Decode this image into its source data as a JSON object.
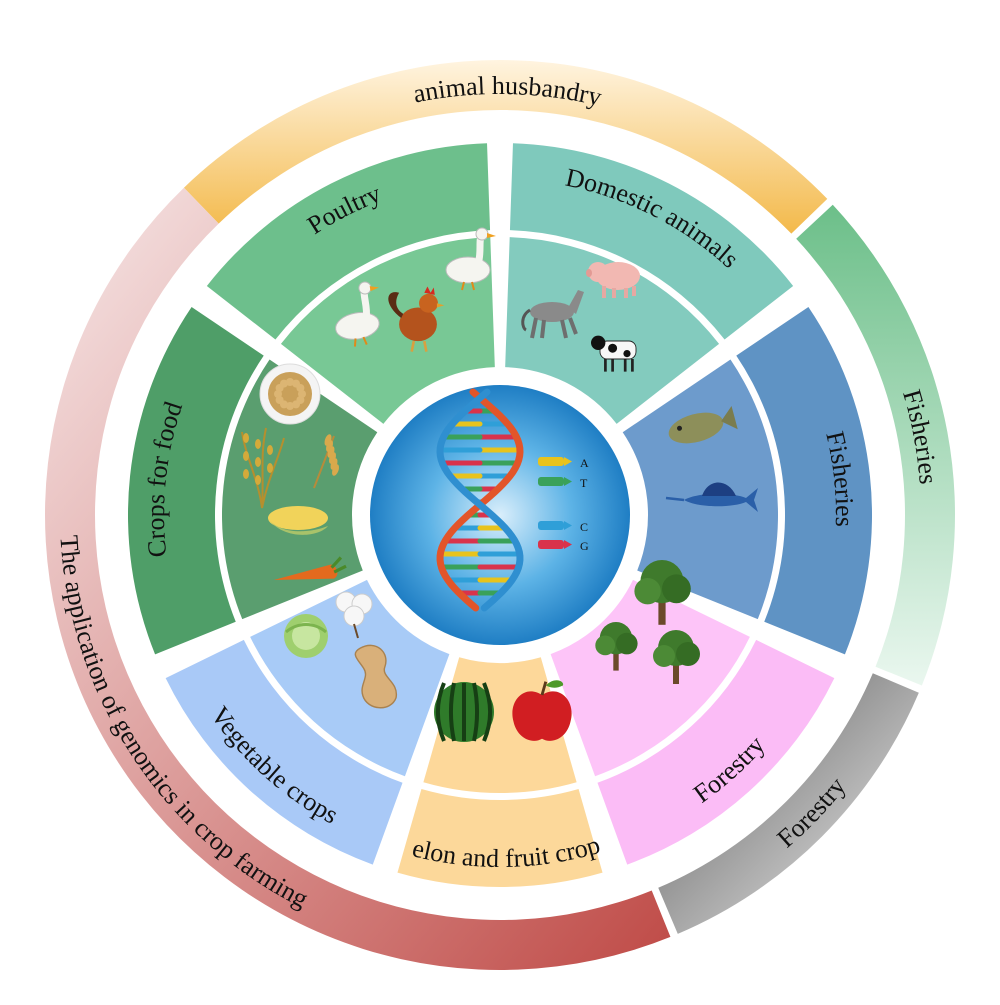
{
  "outer_ring": [
    {
      "key": "animal",
      "label": "animal   husbandry",
      "color_start": "#f3b94a",
      "color_end": "#fff4e0"
    },
    {
      "key": "fish",
      "label": "Fisheries",
      "color_start": "#6cbf89",
      "color_end": "#eaf7ef"
    },
    {
      "key": "forest",
      "label": "Forestry",
      "color_start": "#555555",
      "color_end": "#f3f3f3"
    },
    {
      "key": "crop",
      "label": "The application of genomics in crop farming",
      "color_start": "#bf4a46",
      "color_end": "#f7e8e8"
    }
  ],
  "middle_ring": [
    {
      "key": "poultry",
      "label": "Poultry",
      "color": "#6dbf8c"
    },
    {
      "key": "domestic",
      "label": "Domestic animals",
      "color": "#7fc9bc"
    },
    {
      "key": "fisheries",
      "label": "Fisheries",
      "color": "#5f93c4"
    },
    {
      "key": "forestry",
      "label": "Forestry",
      "color": "#fbbcf6"
    },
    {
      "key": "melon",
      "label": "Melon and fruit crops",
      "color": "#fcd89a"
    },
    {
      "key": "vegetable",
      "label": "Vegetable crops",
      "color": "#a9c9f7"
    },
    {
      "key": "food",
      "label": "Crops for food",
      "color": "#4f9e68"
    }
  ],
  "inner_ring": [
    {
      "key": "poultry",
      "color": "#78c895",
      "icons": [
        "duck-icon",
        "goose-icon",
        "rooster-icon"
      ]
    },
    {
      "key": "domestic",
      "color": "#83cbbe",
      "icons": [
        "horse-icon",
        "pig-icon",
        "cow-icon"
      ]
    },
    {
      "key": "fisheries",
      "color": "#6d9bcc",
      "icons": [
        "flounder-icon",
        "sailfish-icon"
      ]
    },
    {
      "key": "forestry",
      "color": "#fdc4f8",
      "icons": [
        "tree-icon",
        "tree-icon",
        "tree-icon"
      ]
    },
    {
      "key": "melon",
      "color": "#fdd89a",
      "icons": [
        "watermelon-icon",
        "apple-icon"
      ]
    },
    {
      "key": "vegetable",
      "color": "#a8cbf7",
      "icons": [
        "carrot-icon",
        "cotton-icon",
        "cabbage-icon",
        "peanut-icon"
      ]
    },
    {
      "key": "food",
      "color": "#5a9e6f",
      "icons": [
        "soybean-bowl-icon",
        "rice-icon",
        "wheat-icon",
        "corn-icon"
      ]
    }
  ],
  "center": {
    "icon": "dna-helix-icon",
    "bases": [
      "A",
      "T",
      "C",
      "G"
    ],
    "base_colors": [
      "#e8c31c",
      "#3aa15a",
      "#2f9fd8",
      "#d9334b"
    ]
  }
}
